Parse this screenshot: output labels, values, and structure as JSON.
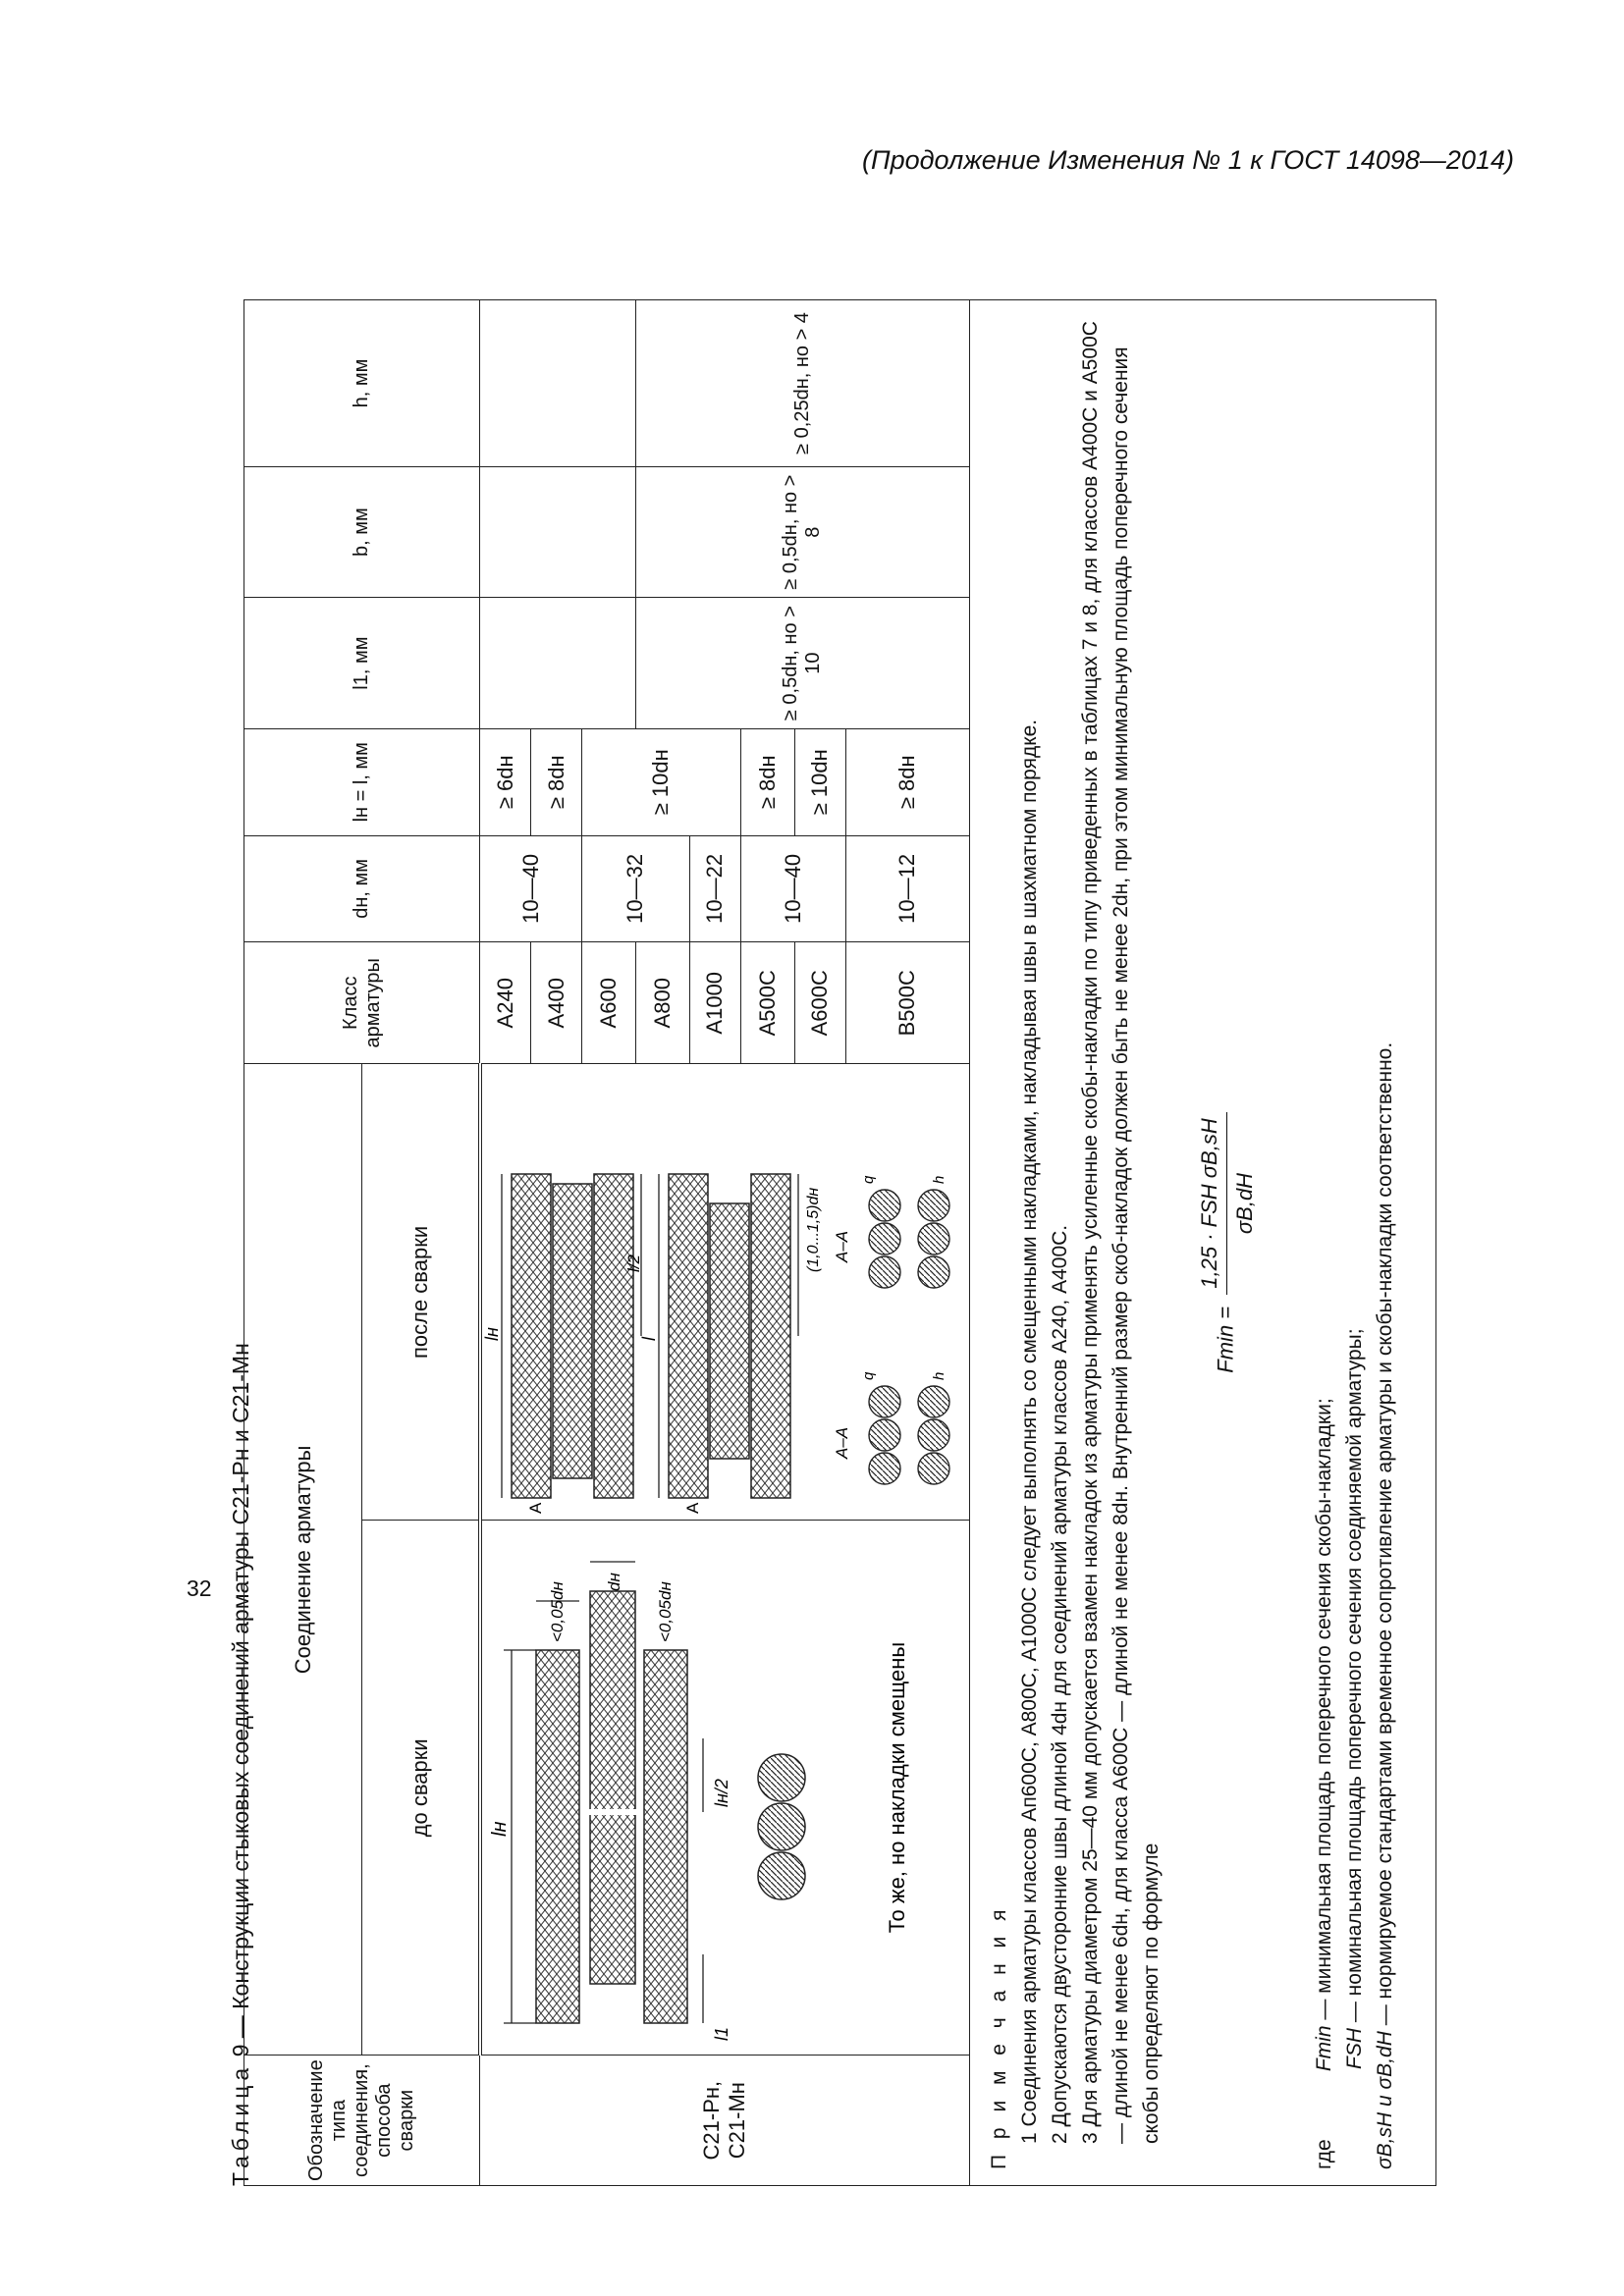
{
  "header": "(Продолжение Изменения № 1 к ГОСТ 14098—2014)",
  "page_number": "32",
  "caption": {
    "label": "Таблица",
    "rest": " 9 — Конструкции стыковых соединений арматуры С21-Рн и С21-Мн"
  },
  "columns": {
    "designation": "Обозначение типа соединения, способа сварки",
    "joint": "Соединение арматуры",
    "before": "до сварки",
    "after": "после сварки",
    "rebar_class": "Класс арматуры",
    "dn": "dн, мм",
    "ln": "lн = l, мм",
    "l1": "l1, мм",
    "b": "b, мм",
    "h": "h, мм"
  },
  "designation_value": "С21-Рн, С21-Мн",
  "before_note": "То же, но накладки смещены",
  "rows": [
    {
      "cls": "А240",
      "d": "10—40",
      "l": "≥ 6dн"
    },
    {
      "cls": "А400",
      "d": "",
      "l": "≥ 8dн"
    },
    {
      "cls": "А600",
      "d": "10—32",
      "l": "≥ 10dн"
    },
    {
      "cls": "А800",
      "d": "",
      "l": ""
    },
    {
      "cls": "А1000",
      "d": "10—22",
      "l": ""
    },
    {
      "cls": "А500С",
      "d": "10—40",
      "l": "≥ 8dн"
    },
    {
      "cls": "А600С",
      "d": "",
      "l": "≥ 10dн"
    },
    {
      "cls": "В500С",
      "d": "10—12",
      "l": "≥ 8dн"
    }
  ],
  "dims": {
    "l1": "≥ 0,5dн, но > 10",
    "b": "≥ 0,5dн, но > 8",
    "h": "≥ 0,25dн, но > 4"
  },
  "figure_labels": {
    "ln": "lн",
    "dn": "dн",
    "gap": "<0,05dн",
    "ln_half": "lн/2",
    "l1": "l1",
    "A": "А",
    "l": "l",
    "l_half": "l/2",
    "section": "А–А",
    "q": "q",
    "h": "h",
    "offset": "(1,0...1,5)dн"
  },
  "notes": {
    "title": "П р и м е ч а н и я",
    "n1": "1 Соединения арматуры классов Ап600С, А800С, А1000С следует выполнять со смещенными накладками, накладывая швы в шахматном порядке.",
    "n2": "2 Допускаются двусторонние швы длиной 4dн для соединений арматуры классов А240, А400С.",
    "n3": "3 Для арматуры диаметром 25—40 мм допускается взамен накладок из арматуры применять усиленные скобы-накладки по типу приведенных в таблицах 7 и 8, для классов А400С и А500С — длиной не менее 6dн, для класса А600С — длиной не менее 8dн. Внутренний размер скоб-накладок должен быть не менее 2dн, при этом минимальную площадь поперечного сечения скобы определяют по формуле",
    "formula_lhs": "Fmin =",
    "formula_num": "1,25 · FSH σB,sH",
    "formula_den": "σB,dH",
    "where": "где",
    "defs": [
      {
        "sym": "Fmin",
        "text": " — минимальная площадь поперечного сечения скобы-накладки;"
      },
      {
        "sym": "FSH",
        "text": " — номинальная площадь поперечного сечения соединяемой арматуры;"
      },
      {
        "sym": "σB,sH и σB,dH",
        "text": " — нормируемое стандартами временное сопротивление арматуры и скобы-накладки соответственно."
      }
    ]
  }
}
